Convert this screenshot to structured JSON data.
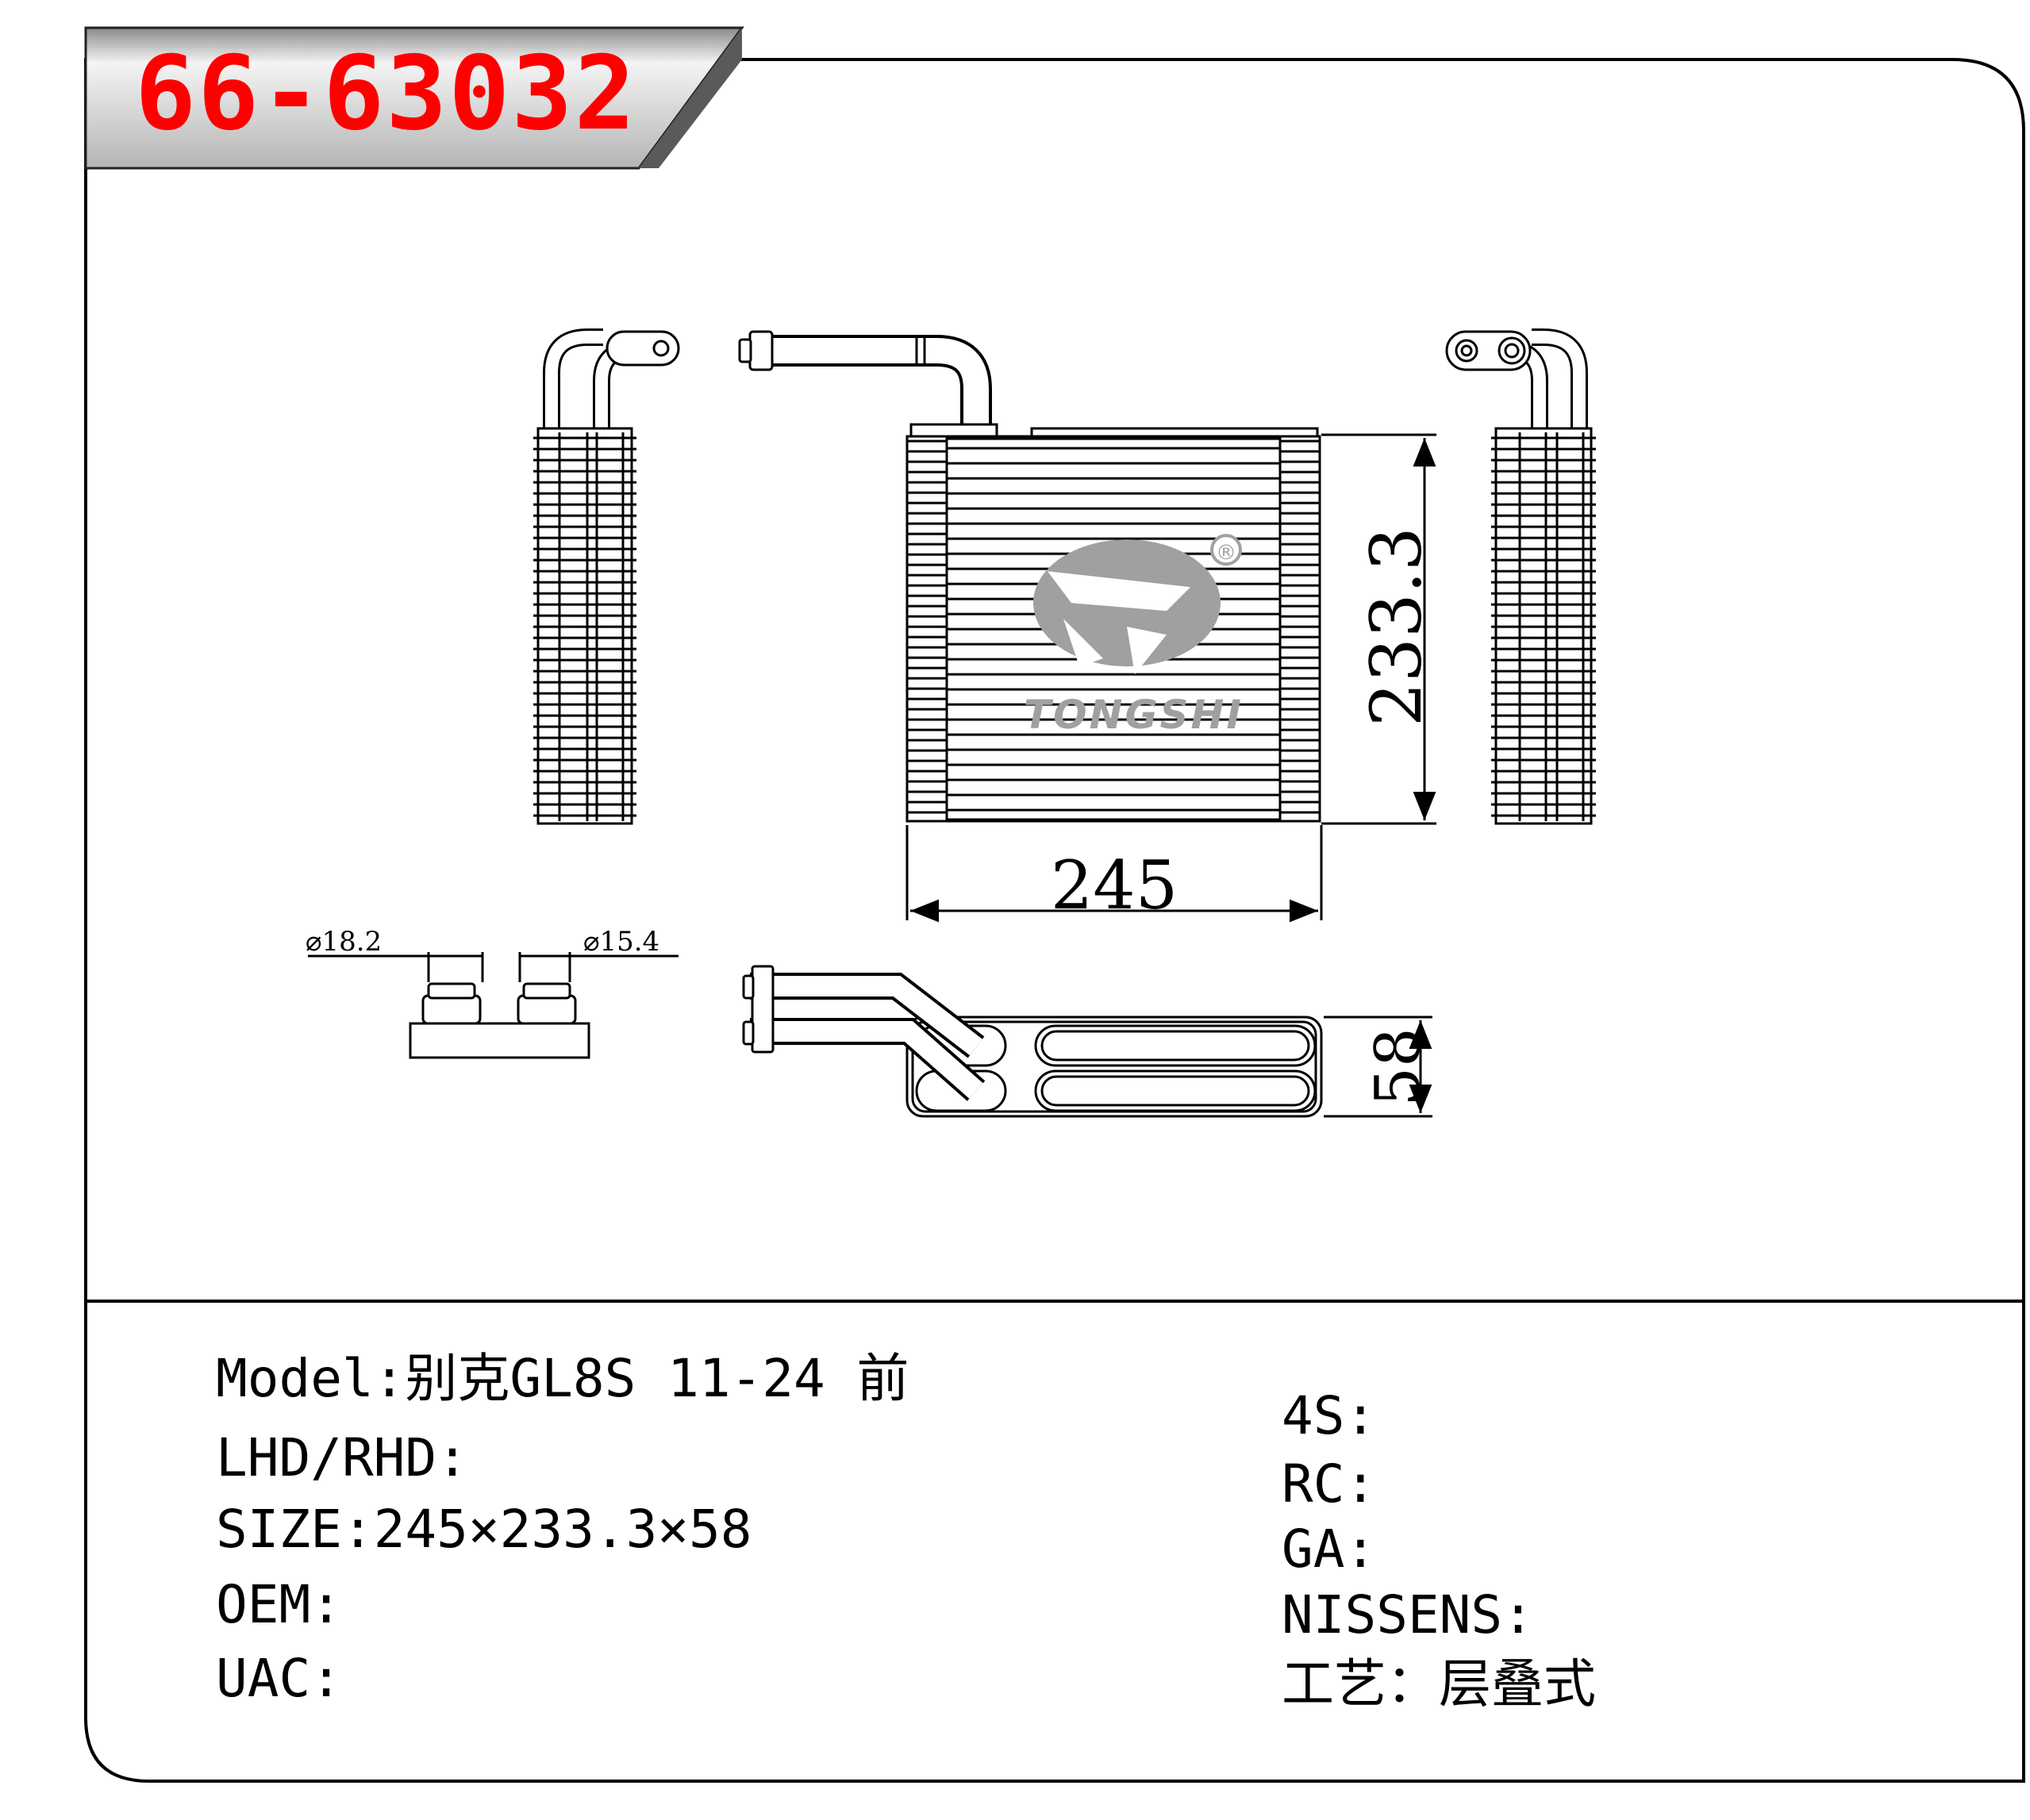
{
  "header": {
    "part_number": "66-63032"
  },
  "drawing": {
    "dimensions": {
      "width": "245",
      "height": "233.3",
      "depth": "58",
      "inlet_diameter": "⌀18.2",
      "outlet_diameter": "⌀15.4"
    },
    "logo": {
      "brand": "TONGSHI",
      "registered_mark": "®"
    }
  },
  "specs_left": [
    {
      "label": "Model:",
      "value": "别克GL8S 11-24 前"
    },
    {
      "label": "LHD/RHD:",
      "value": ""
    },
    {
      "label": "SIZE:",
      "value": "245×233.3×58"
    },
    {
      "label": "OEM:",
      "value": ""
    },
    {
      "label": "UAC:",
      "value": ""
    }
  ],
  "specs_right": [
    {
      "label": "4S:",
      "value": ""
    },
    {
      "label": "RC:",
      "value": ""
    },
    {
      "label": "GA:",
      "value": ""
    },
    {
      "label": "NISSENS:",
      "value": ""
    },
    {
      "label": "工艺：",
      "value": "层叠式"
    }
  ],
  "colors": {
    "part_number": "#ff0000",
    "banner": "#c8c8c8",
    "logo": "#a0a0a0"
  }
}
